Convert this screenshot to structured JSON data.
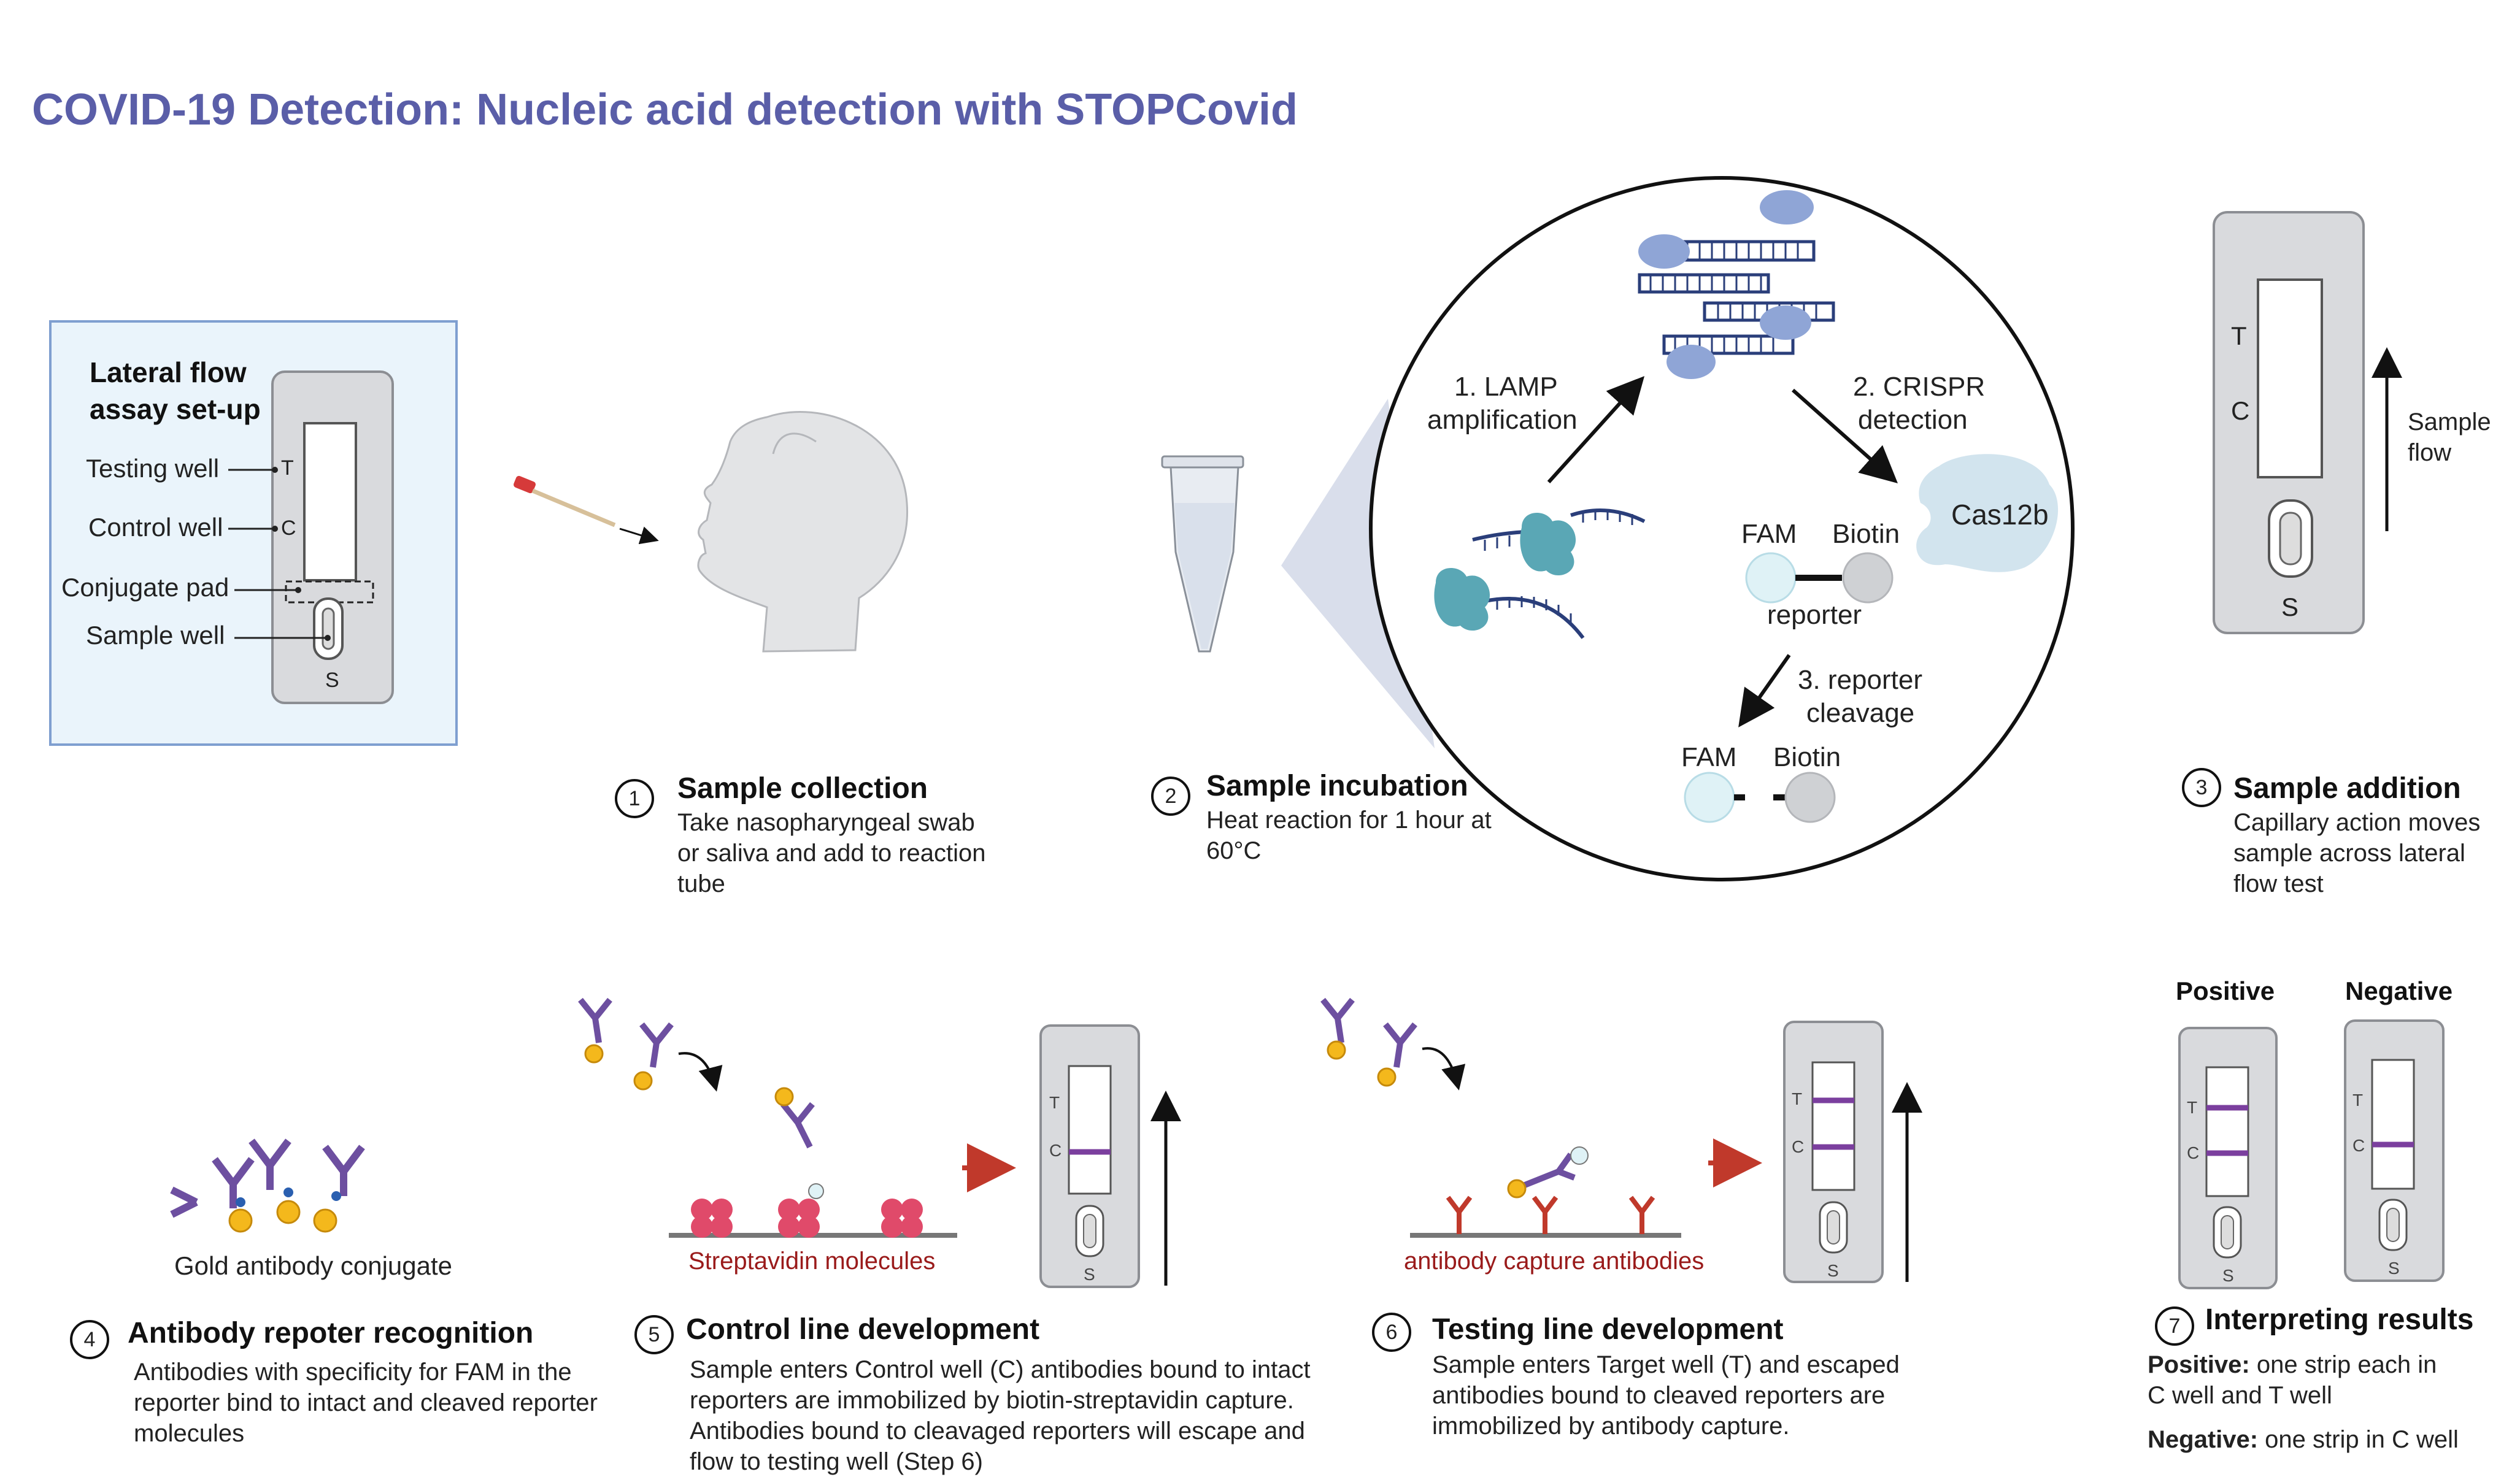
{
  "title": "COVID-19 Detection: Nucleic acid detection with STOPCovid",
  "setup": {
    "heading_line1": "Lateral flow",
    "heading_line2": "assay set-up",
    "testing_well": "Testing well",
    "control_well": "Control well",
    "conjugate_pad": "Conjugate pad",
    "sample_well": "Sample well",
    "t": "T",
    "c": "C",
    "s": "S"
  },
  "circle": {
    "lamp_line1": "1. LAMP",
    "lamp_line2": "amplification",
    "crispr_line1": "2. CRISPR",
    "crispr_line2": "detection",
    "cas": "Cas12b",
    "fam": "FAM",
    "biotin": "Biotin",
    "reporter": "reporter",
    "cleave_line1": "3. reporter",
    "cleave_line2": "cleavage",
    "fam2": "FAM",
    "biotin2": "Biotin"
  },
  "steps": [
    {
      "num": "1",
      "title": "Sample collection",
      "desc": "Take nasopharyngeal swab or saliva and add to reaction tube"
    },
    {
      "num": "2",
      "title": "Sample incubation",
      "desc": "Heat reaction for 1 hour at 60°C"
    },
    {
      "num": "3",
      "title": "Sample addition",
      "desc": "Capillary action moves sample across lateral flow test"
    },
    {
      "num": "4",
      "title": "Antibody repoter recognition",
      "desc": "Antibodies with specificity for FAM in the reporter bind to intact and cleaved reporter molecules"
    },
    {
      "num": "5",
      "title": "Control line development",
      "desc": "Sample enters Control well (C) antibodies bound to intact reporters are immobilized by biotin-streptavidin capture. Antibodies bound to cleavaged reporters will escape and flow to testing well (Step 6)"
    },
    {
      "num": "6",
      "title": "Testing line development",
      "desc": "Sample enters Target well (T) and escaped antibodies bound to cleaved reporters are immobilized by antibody capture."
    },
    {
      "num": "7",
      "title": "Interpreting results"
    }
  ],
  "strip3": {
    "t": "T",
    "c": "C",
    "s": "S",
    "flow_line1": "Sample",
    "flow_line2": "flow"
  },
  "gold_label": "Gold antibody conjugate",
  "streptavidin_label": "Streptavidin molecules",
  "capture_label": "antibody capture antibodies",
  "results": {
    "positive": "Positive",
    "negative": "Negative",
    "pos_bold": "Positive:",
    "pos_line1": " one strip each in",
    "pos_line2": "C well and T well",
    "neg_bold": "Negative:",
    "neg_text": " one strip in C well"
  },
  "small_strip": {
    "t": "T",
    "c": "C",
    "s": "S"
  },
  "colors": {
    "title": "#5a5ea8",
    "band": "#7b3f9e",
    "arrow_red": "#c0392b",
    "label_red": "#9a1b1b",
    "cas": "#d2e4ee",
    "panel": "#eaf4fb"
  }
}
